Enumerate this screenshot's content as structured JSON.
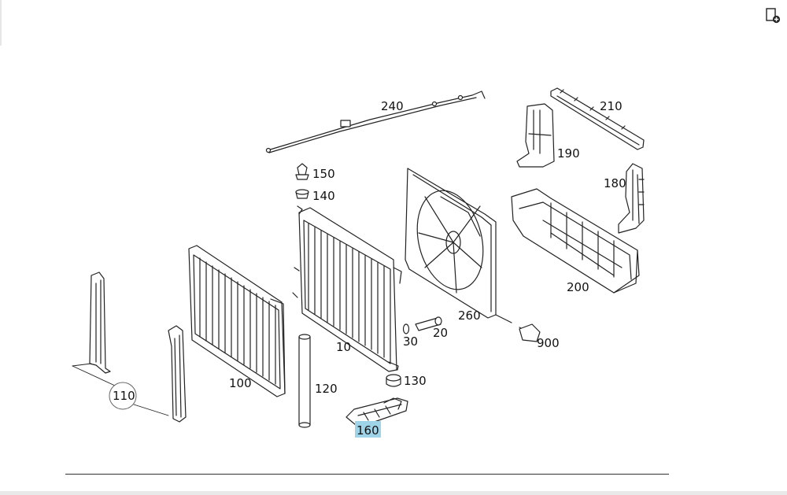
{
  "toolbar": {
    "icon": "document-add-icon"
  },
  "diagram": {
    "highlight_color": "#9fd3e8",
    "highlighted_part": "160",
    "parts": [
      {
        "id": "p240",
        "label": "240"
      },
      {
        "id": "p210",
        "label": "210"
      },
      {
        "id": "p190",
        "label": "190"
      },
      {
        "id": "p180",
        "label": "180"
      },
      {
        "id": "p150",
        "label": "150"
      },
      {
        "id": "p140",
        "label": "140"
      },
      {
        "id": "p200",
        "label": "200"
      },
      {
        "id": "p260",
        "label": "260"
      },
      {
        "id": "p900",
        "label": "900"
      },
      {
        "id": "p30",
        "label": "30"
      },
      {
        "id": "p20",
        "label": "20"
      },
      {
        "id": "p10",
        "label": "10"
      },
      {
        "id": "p110",
        "label": "110"
      },
      {
        "id": "p100",
        "label": "100"
      },
      {
        "id": "p120",
        "label": "120"
      },
      {
        "id": "p130",
        "label": "130"
      },
      {
        "id": "p160",
        "label": "160"
      }
    ]
  }
}
